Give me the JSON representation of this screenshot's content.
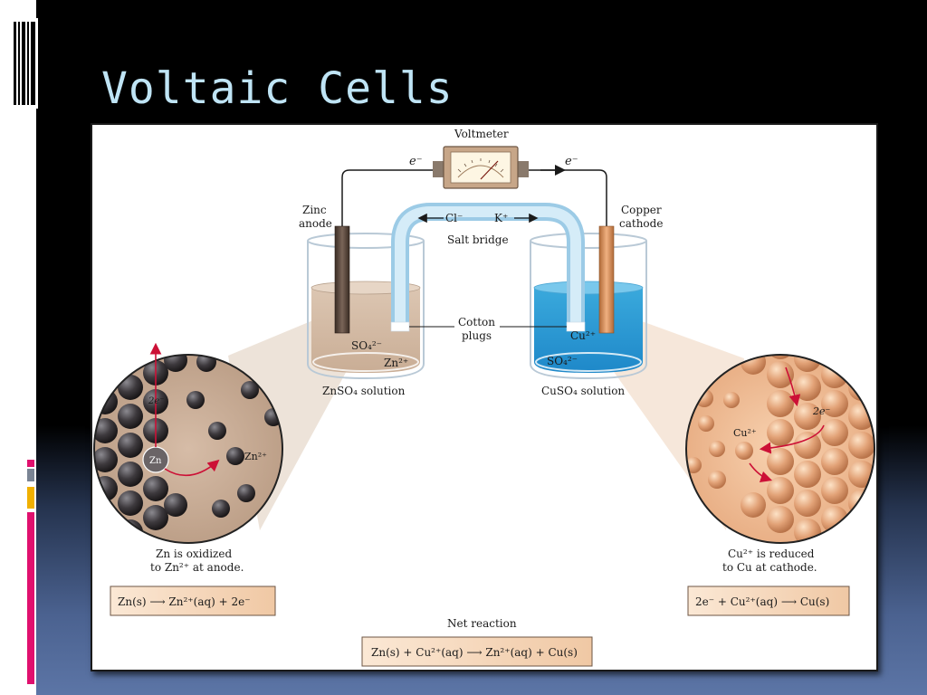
{
  "slide": {
    "title": "Voltaic Cells"
  },
  "colors": {
    "title": "#bfe4f5",
    "zinc_solution": "#d8c2ad",
    "copper_solution": "#35aee0",
    "copper_electrode": "#d08a52",
    "zinc_electrode": "#5a4a40",
    "arrow_red": "#cc1036",
    "equation_box": "#f7dcc4",
    "deco_magenta": "#e0106e",
    "deco_gold": "#f0b000"
  },
  "diagram": {
    "voltmeter_label": "Voltmeter",
    "electron_label_left": "e⁻",
    "electron_label_right": "e⁻",
    "zinc_anode_line1": "Zinc",
    "zinc_anode_line2": "anode",
    "copper_cathode_line1": "Copper",
    "copper_cathode_line2": "cathode",
    "chloride_ion": "Cl⁻",
    "potassium_ion": "K⁺",
    "salt_bridge_label": "Salt bridge",
    "cotton_plugs_line1": "Cotton",
    "cotton_plugs_line2": "plugs",
    "sulfate_left": "SO₄²⁻",
    "zinc_ion_beaker": "Zn²⁺",
    "zinc_solution_label": "ZnSO₄ solution",
    "copper_ion_beaker": "Cu²⁺",
    "sulfate_right": "SO₄²⁻",
    "copper_solution_label": "CuSO₄ solution",
    "left_zoom": {
      "electrons": "2e⁻",
      "zn_atom": "Zn",
      "zn_ion": "Zn²⁺"
    },
    "right_zoom": {
      "electrons": "2e⁻",
      "cu_ion": "Cu²⁺"
    },
    "anode_caption_line1": "Zn is oxidized",
    "anode_caption_line2": "to Zn²⁺ at anode.",
    "cathode_caption_line1": "Cu²⁺ is reduced",
    "cathode_caption_line2": "to Cu at cathode.",
    "anode_equation": "Zn(s) ⟶ Zn²⁺(aq) + 2e⁻",
    "cathode_equation": "2e⁻ + Cu²⁺(aq) ⟶ Cu(s)",
    "net_reaction_label": "Net reaction",
    "net_equation": "Zn(s) + Cu²⁺(aq) ⟶ Zn²⁺(aq) + Cu(s)"
  }
}
